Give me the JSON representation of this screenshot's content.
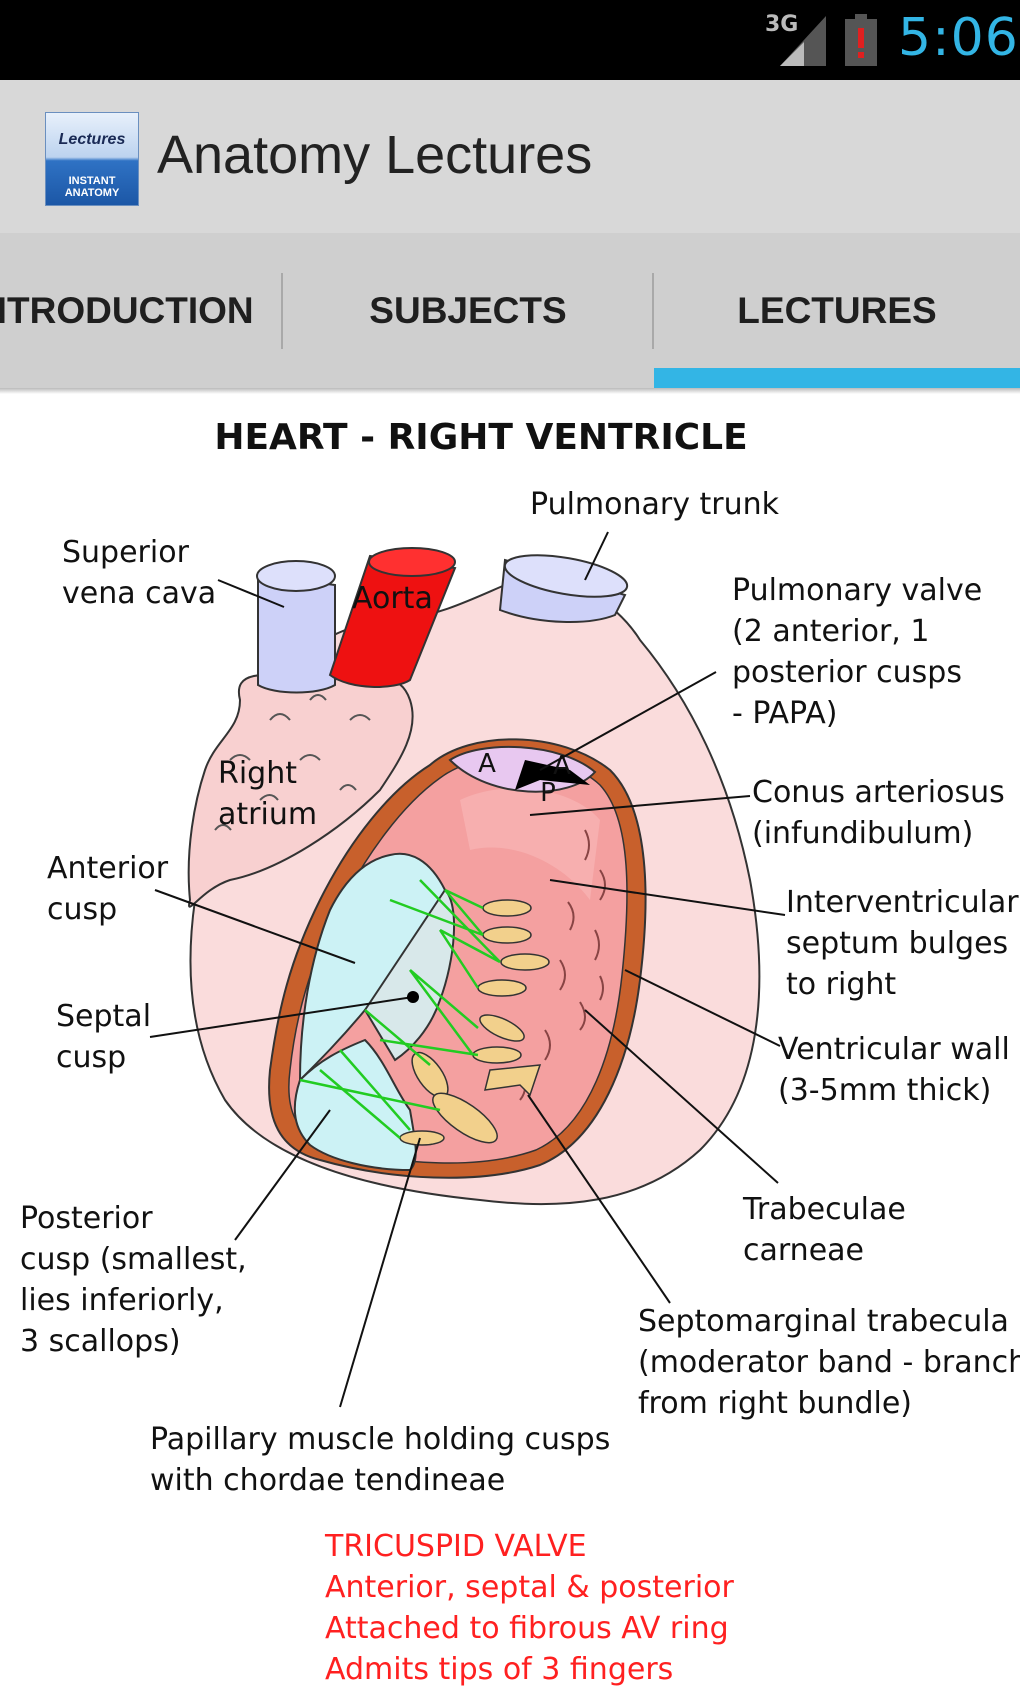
{
  "status_bar": {
    "network": "3G",
    "time": "5:06",
    "clock_color": "#33b5e5"
  },
  "app": {
    "title": "Anatomy Lectures",
    "icon_text_top": "Lectures",
    "icon_text_bottom_1": "INSTANT",
    "icon_text_bottom_2": "ANATOMY"
  },
  "tabs": [
    {
      "label": "INTRODUCTION",
      "selected": false
    },
    {
      "label": "SUBJECTS",
      "selected": false
    },
    {
      "label": "LECTURES",
      "selected": true
    }
  ],
  "accent_color": "#33b5e5",
  "lecture": {
    "title": "HEART - RIGHT VENTRICLE",
    "labels": {
      "pulmonary_trunk": "Pulmonary trunk",
      "svc_1": "Superior",
      "svc_2": "vena cava",
      "aorta": "Aorta",
      "pulm_valve_1": "Pulmonary valve",
      "pulm_valve_2": "(2 anterior, 1",
      "pulm_valve_3": "posterior cusps",
      "pulm_valve_4": "- PAPA)",
      "right_atrium_1": "Right",
      "right_atrium_2": "atrium",
      "conus_1": "Conus arteriosus",
      "conus_2": "(infundibulum)",
      "anterior_cusp_1": "Anterior",
      "anterior_cusp_2": "cusp",
      "iv_septum_1": "Interventricular",
      "iv_septum_2": "septum bulges",
      "iv_septum_3": "to right",
      "septal_cusp_1": "Septal",
      "septal_cusp_2": "cusp",
      "v_wall_1": "Ventricular wall",
      "v_wall_2": "(3-5mm thick)",
      "trabeculae_1": "Trabeculae",
      "trabeculae_2": "carneae",
      "posterior_cusp_1": "Posterior",
      "posterior_cusp_2": "cusp (smallest,",
      "posterior_cusp_3": "lies inferiorly,",
      "posterior_cusp_4": "3 scallops)",
      "septomarginal_1": "Septomarginal trabecula",
      "septomarginal_2": "(moderator band - branch",
      "septomarginal_3": "from right bundle)",
      "papillary_1": "Papillary muscle holding cusps",
      "papillary_2": "with chordae tendineae",
      "valve_a": "A",
      "valve_p": "P"
    },
    "summary": {
      "line1": "TRICUSPID VALVE",
      "line2": "Anterior, septal & posterior",
      "line3": "Attached to fibrous AV ring",
      "line4": "Admits tips of 3 fingers",
      "color": "#ff2020"
    }
  }
}
